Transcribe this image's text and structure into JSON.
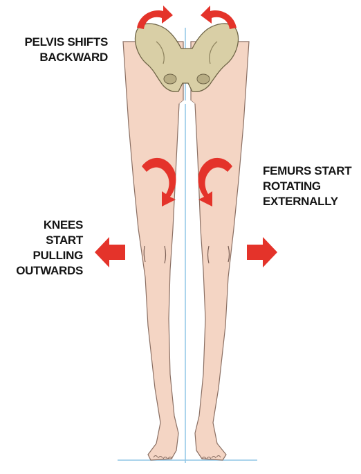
{
  "labels": {
    "pelvis": [
      "PELVIS SHIFTS",
      "BACKWARD"
    ],
    "femurs": [
      "FEMURS START",
      "ROTATING",
      "EXTERNALLY"
    ],
    "knees": [
      "KNEES",
      "START",
      "PULLING",
      "OUTWARDS"
    ]
  },
  "colors": {
    "skin": "#f4d5c4",
    "outline": "#8a6f63",
    "arrow": "#e4332a",
    "midline": "#8fc6e6",
    "bone": "#d9cfa6"
  },
  "icons": {
    "arrows": [
      "curved-arrow-icon",
      "straight-arrow-icon"
    ]
  }
}
